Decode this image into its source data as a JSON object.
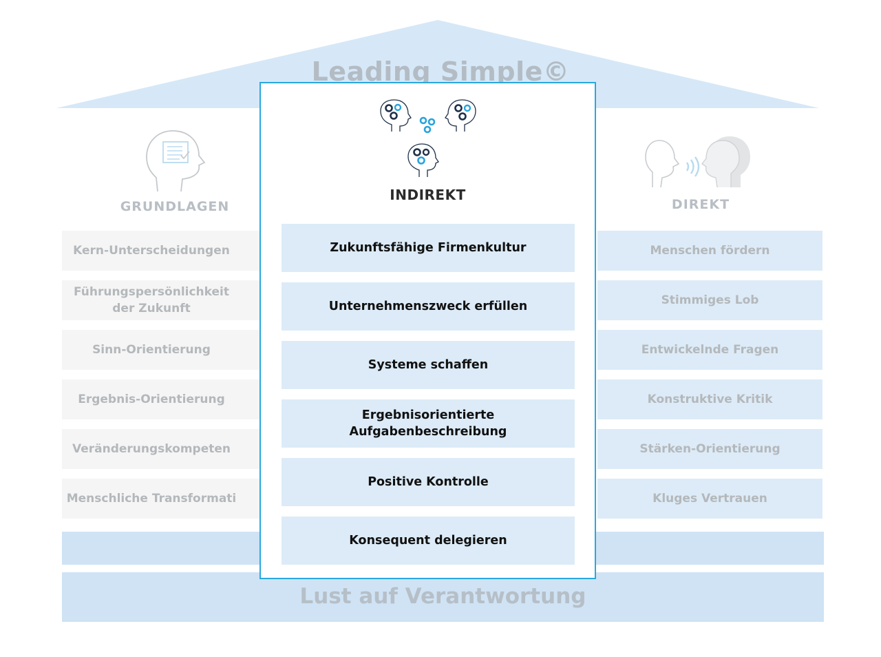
{
  "house_title": "Leading Simple©",
  "foundation_label": "Lust auf Verantwortung",
  "left_column": {
    "label": "GRUNDLAGEN",
    "icon": "head-checklist-icon",
    "items": [
      "Kern-Unterscheidungen",
      "Führungspersönlichkeit\nder Zukunft",
      "Sinn-Orientierung",
      "Ergebnis-Orientierung",
      "Veränderungskompeten",
      "Menschliche Transformati"
    ]
  },
  "center_column": {
    "label": "INDIREKT",
    "icon": "heads-gears-icon",
    "items": [
      "Zukunftsfähige Firmenkultur",
      "Unternehmenszweck erfüllen",
      "Systeme schaffen",
      "Ergebnisorientierte\nAufgabenbeschreibung",
      "Positive Kontrolle",
      "Konsequent delegieren"
    ]
  },
  "right_column": {
    "label": "DIREKT",
    "icon": "heads-speaking-icon",
    "items": [
      "Menschen fördern",
      "Stimmiges Lob",
      "Entwickelnde Fragen",
      "Konstruktive Kritik",
      "Stärken-Orientierung",
      "Kluges Vertrauen"
    ]
  },
  "colors": {
    "roof": "#d6e8f7",
    "box_blue": "#dcebf7",
    "box_grey": "#f5f5f5",
    "panel_border": "#29a8e0",
    "faded_text": "#b4b8bb",
    "gear_dark": "#1e3048",
    "gear_light": "#2aa3dc"
  }
}
